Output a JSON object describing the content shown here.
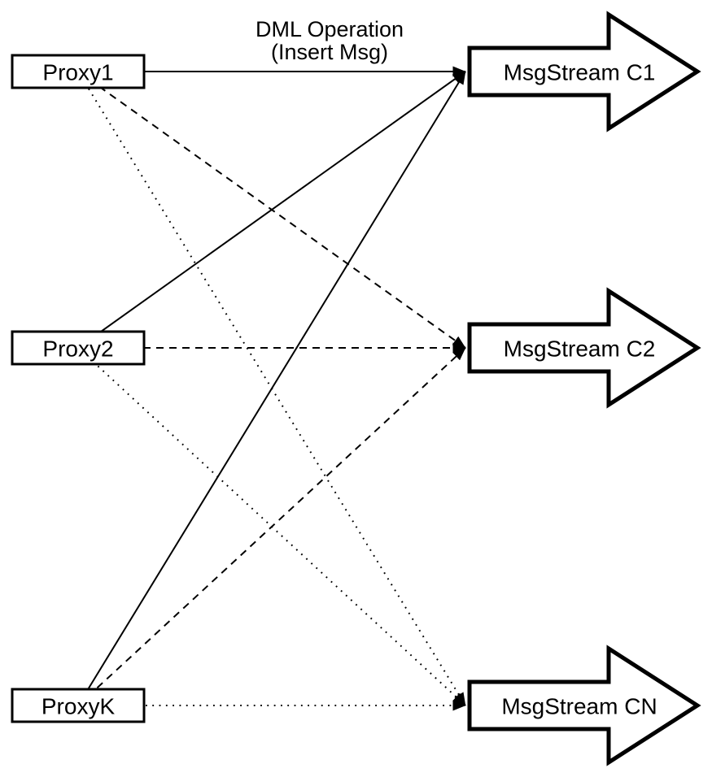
{
  "diagram": {
    "colors": {
      "stroke": "#000000",
      "fill": "#ffffff",
      "background": "#ffffff"
    },
    "annotation": {
      "line1": "DML Operation",
      "line2": "(Insert Msg)"
    },
    "proxies": [
      {
        "id": "proxy1",
        "label": "Proxy1"
      },
      {
        "id": "proxy2",
        "label": "Proxy2"
      },
      {
        "id": "proxyk",
        "label": "ProxyK"
      }
    ],
    "streams": [
      {
        "id": "c1",
        "label": "MsgStream C1"
      },
      {
        "id": "c2",
        "label": "MsgStream C2"
      },
      {
        "id": "cn",
        "label": "MsgStream CN"
      }
    ],
    "edges": [
      {
        "from": "proxy1",
        "to": "c1",
        "style": "solid"
      },
      {
        "from": "proxy2",
        "to": "c1",
        "style": "solid"
      },
      {
        "from": "proxyk",
        "to": "c1",
        "style": "solid"
      },
      {
        "from": "proxy1",
        "to": "c2",
        "style": "dashed"
      },
      {
        "from": "proxy2",
        "to": "c2",
        "style": "dashed"
      },
      {
        "from": "proxyk",
        "to": "c2",
        "style": "dashed"
      },
      {
        "from": "proxy1",
        "to": "cn",
        "style": "dotted"
      },
      {
        "from": "proxy2",
        "to": "cn",
        "style": "dotted"
      },
      {
        "from": "proxyk",
        "to": "cn",
        "style": "dotted"
      }
    ]
  }
}
